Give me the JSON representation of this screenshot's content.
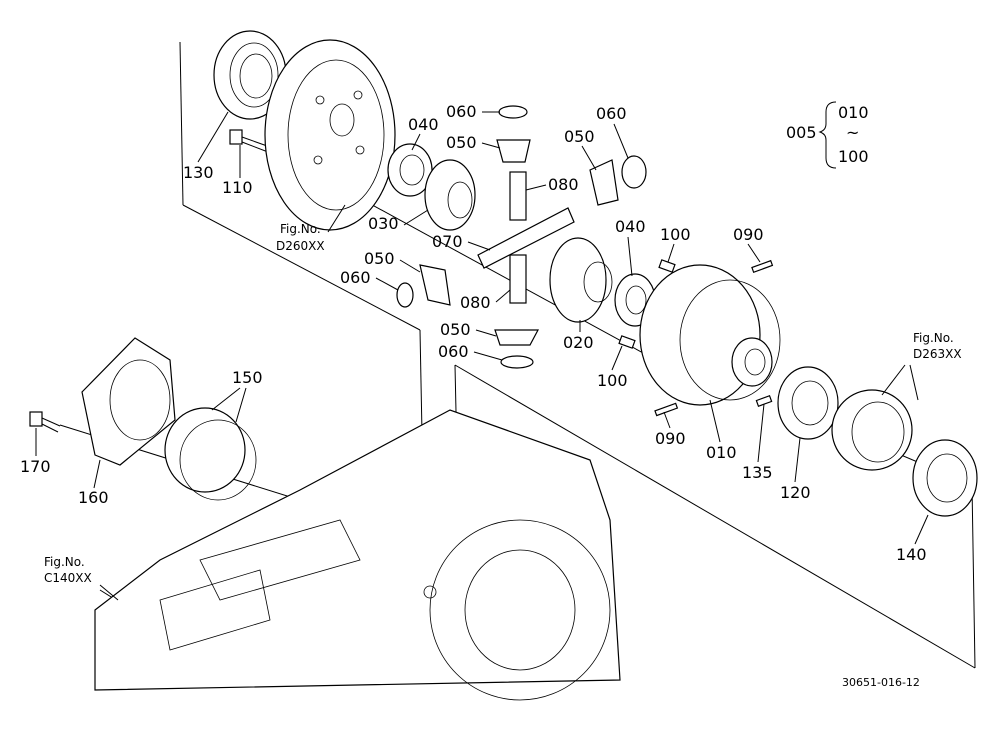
{
  "range": {
    "code": "005",
    "start": "010",
    "tilde": "~",
    "end": "100"
  },
  "fig_refs": {
    "d260": {
      "line1": "Fig.No.",
      "line2": "D260XX"
    },
    "d263": {
      "line1": "Fig.No.",
      "line2": "D263XX"
    },
    "c140": {
      "line1": "Fig.No.",
      "line2": "C140XX"
    }
  },
  "callouts": [
    {
      "id": "130",
      "text": "130"
    },
    {
      "id": "110",
      "text": "110"
    },
    {
      "id": "040a",
      "text": "040"
    },
    {
      "id": "060a",
      "text": "060"
    },
    {
      "id": "050a",
      "text": "050"
    },
    {
      "id": "080a",
      "text": "080"
    },
    {
      "id": "030",
      "text": "030"
    },
    {
      "id": "070",
      "text": "070"
    },
    {
      "id": "050b",
      "text": "050"
    },
    {
      "id": "060b",
      "text": "060"
    },
    {
      "id": "060c",
      "text": "060"
    },
    {
      "id": "050c",
      "text": "050"
    },
    {
      "id": "040b",
      "text": "040"
    },
    {
      "id": "100a",
      "text": "100"
    },
    {
      "id": "090a",
      "text": "090"
    },
    {
      "id": "080b",
      "text": "080"
    },
    {
      "id": "020",
      "text": "020"
    },
    {
      "id": "050d",
      "text": "050"
    },
    {
      "id": "060d",
      "text": "060"
    },
    {
      "id": "100b",
      "text": "100"
    },
    {
      "id": "090b",
      "text": "090"
    },
    {
      "id": "010",
      "text": "010"
    },
    {
      "id": "135",
      "text": "135"
    },
    {
      "id": "120",
      "text": "120"
    },
    {
      "id": "140",
      "text": "140"
    },
    {
      "id": "150",
      "text": "150"
    },
    {
      "id": "170",
      "text": "170"
    },
    {
      "id": "160",
      "text": "160"
    }
  ],
  "drawing_code": "30651-016-12"
}
